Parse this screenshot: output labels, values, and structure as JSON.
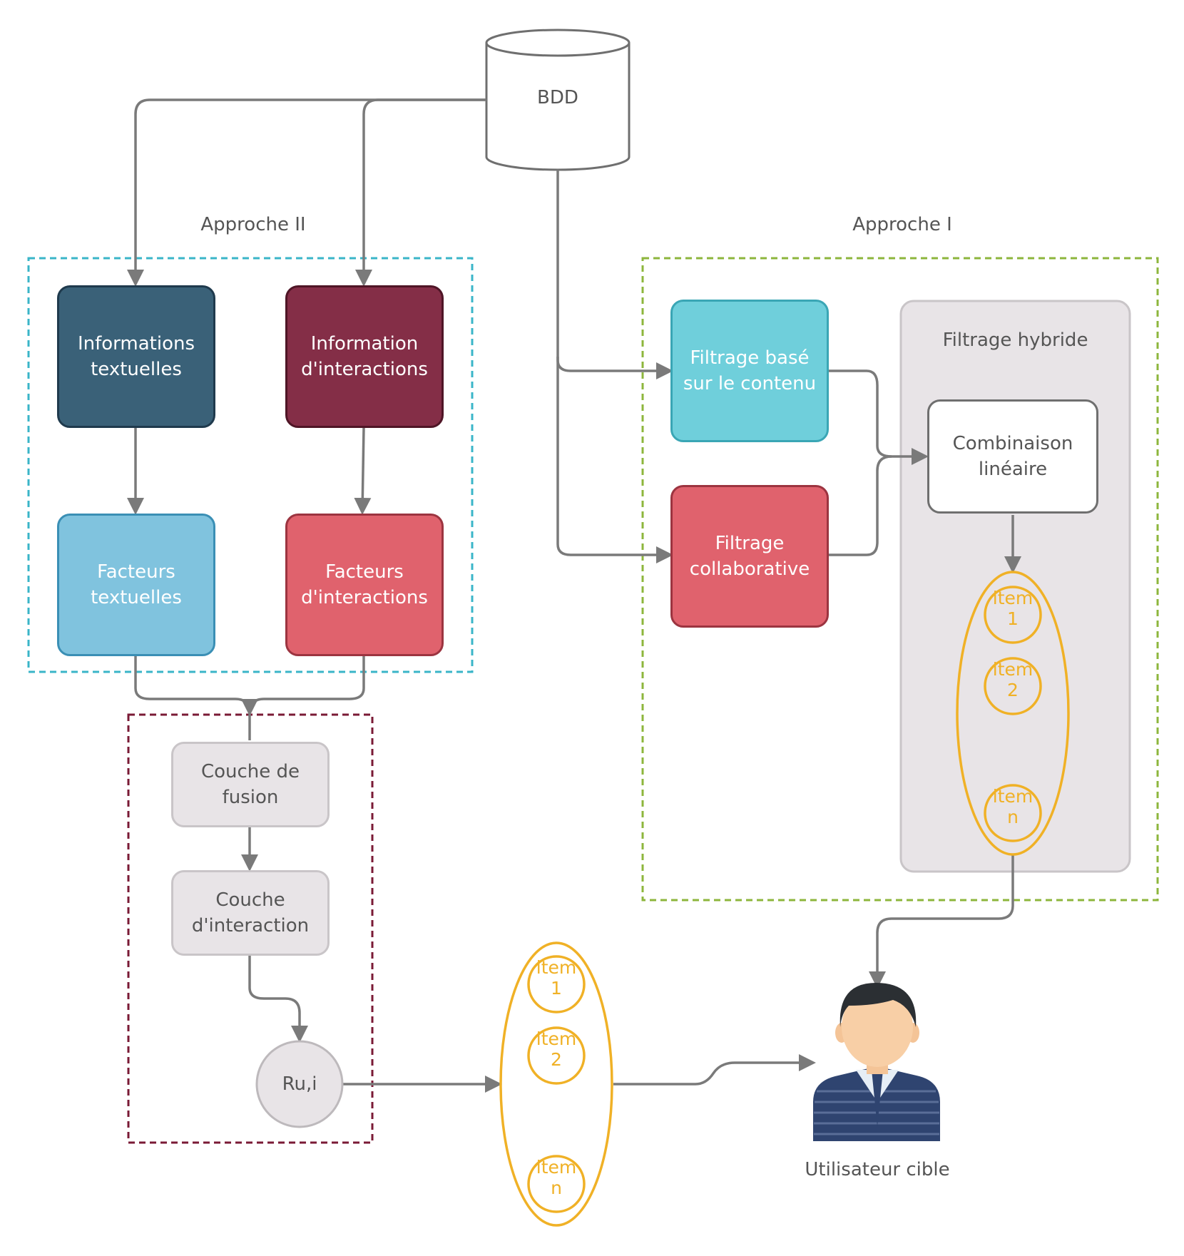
{
  "database": {
    "label": "BDD"
  },
  "approach2": {
    "title": "Approche II",
    "info_text": "Informations textuelles",
    "info_interactions": "Information d'interactions",
    "factors_text": "Facteurs textuelles",
    "factors_interactions": "Facteurs d'interactions"
  },
  "approach1": {
    "title": "Approche I",
    "content_filtering": "Filtrage basé sur le contenu",
    "collaborative_filtering": "Filtrage collaborative",
    "hybrid_title": "Filtrage hybride",
    "linear_combination": "Combinaison linéaire",
    "items": [
      {
        "word": "item",
        "num": "1"
      },
      {
        "word": "item",
        "num": "2"
      },
      {
        "word": "item",
        "num": "n"
      }
    ]
  },
  "model": {
    "fusion_layer": "Couche de fusion",
    "interaction_layer": "Couche d'interaction",
    "score": "Ru,i"
  },
  "output_list": {
    "items": [
      {
        "word": "item",
        "num": "1"
      },
      {
        "word": "item",
        "num": "2"
      },
      {
        "word": "item",
        "num": "n"
      }
    ]
  },
  "user": {
    "label": "Utilisateur cible"
  },
  "colors": {
    "dark_blue": "#3a6178",
    "dark_red": "#842e47",
    "light_blue": "#80c3de",
    "coral": "#e0626d",
    "cyan": "#6fcfdb",
    "gray_box": "#e8e4e7",
    "item_orange": "#f0b126",
    "arrow": "#7a7a7a",
    "teal_dash": "#3ab5c8",
    "green_dash": "#8db63c",
    "maroon_dash": "#7a1a35"
  }
}
